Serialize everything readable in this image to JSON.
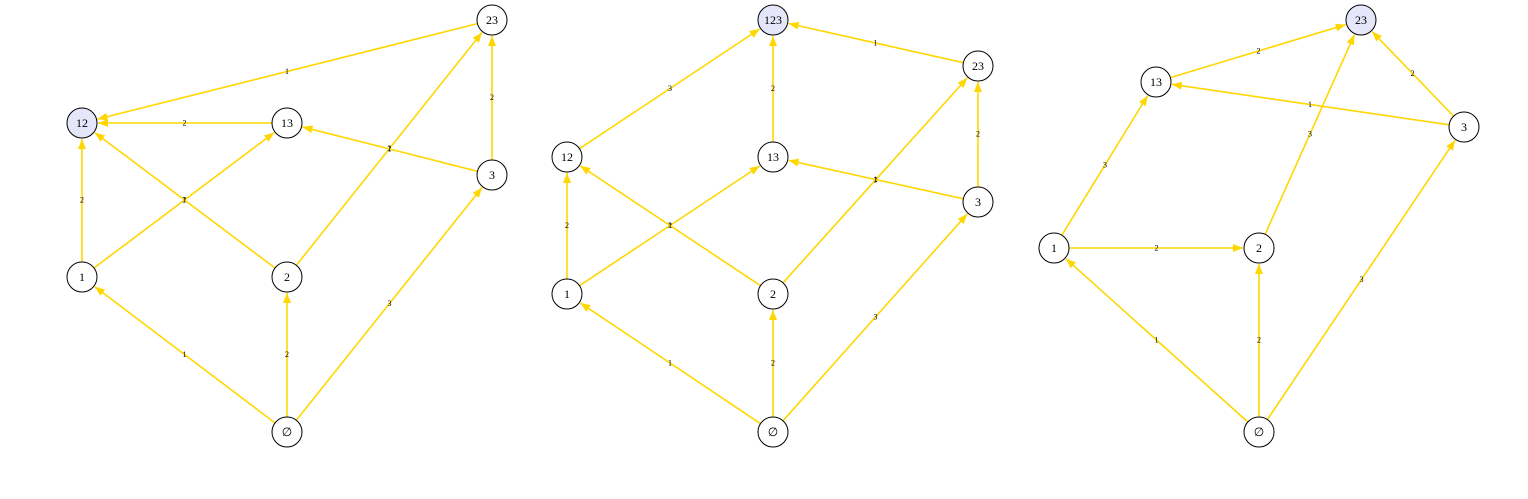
{
  "colors": {
    "edge": "#ffd700",
    "node_fill": "#ffffff",
    "node_highlight": "#e6e6fa",
    "node_stroke": "#000000"
  },
  "graphs": [
    {
      "nodes": [
        {
          "id": "empty",
          "label": "∅",
          "highlight": false
        },
        {
          "id": "1",
          "label": "1",
          "highlight": false
        },
        {
          "id": "2",
          "label": "2",
          "highlight": false
        },
        {
          "id": "3",
          "label": "3",
          "highlight": false
        },
        {
          "id": "12",
          "label": "12",
          "highlight": true
        },
        {
          "id": "13",
          "label": "13",
          "highlight": false
        },
        {
          "id": "23",
          "label": "23",
          "highlight": false
        }
      ],
      "edges": [
        {
          "from": "empty",
          "to": "1",
          "label": "1"
        },
        {
          "from": "empty",
          "to": "2",
          "label": "2"
        },
        {
          "from": "empty",
          "to": "3",
          "label": "3"
        },
        {
          "from": "1",
          "to": "12",
          "label": "2"
        },
        {
          "from": "1",
          "to": "13",
          "label": "3"
        },
        {
          "from": "2",
          "to": "12",
          "label": "1"
        },
        {
          "from": "2",
          "to": "23",
          "label": "3"
        },
        {
          "from": "3",
          "to": "13",
          "label": "1"
        },
        {
          "from": "3",
          "to": "23",
          "label": "2"
        },
        {
          "from": "13",
          "to": "12",
          "label": "2"
        },
        {
          "from": "23",
          "to": "12",
          "label": "1"
        }
      ]
    },
    {
      "nodes": [
        {
          "id": "empty",
          "label": "∅",
          "highlight": false
        },
        {
          "id": "1",
          "label": "1",
          "highlight": false
        },
        {
          "id": "2",
          "label": "2",
          "highlight": false
        },
        {
          "id": "3",
          "label": "3",
          "highlight": false
        },
        {
          "id": "12",
          "label": "12",
          "highlight": false
        },
        {
          "id": "13",
          "label": "13",
          "highlight": false
        },
        {
          "id": "23",
          "label": "23",
          "highlight": false
        },
        {
          "id": "123",
          "label": "123",
          "highlight": true
        }
      ],
      "edges": [
        {
          "from": "empty",
          "to": "1",
          "label": "1"
        },
        {
          "from": "empty",
          "to": "2",
          "label": "2"
        },
        {
          "from": "empty",
          "to": "3",
          "label": "3"
        },
        {
          "from": "1",
          "to": "12",
          "label": "2"
        },
        {
          "from": "1",
          "to": "13",
          "label": "3"
        },
        {
          "from": "2",
          "to": "12",
          "label": "1"
        },
        {
          "from": "2",
          "to": "23",
          "label": "3"
        },
        {
          "from": "3",
          "to": "13",
          "label": "1"
        },
        {
          "from": "3",
          "to": "23",
          "label": "2"
        },
        {
          "from": "12",
          "to": "123",
          "label": "3"
        },
        {
          "from": "13",
          "to": "123",
          "label": "2"
        },
        {
          "from": "23",
          "to": "123",
          "label": "1"
        }
      ]
    },
    {
      "nodes": [
        {
          "id": "empty",
          "label": "∅",
          "highlight": false
        },
        {
          "id": "1",
          "label": "1",
          "highlight": false
        },
        {
          "id": "2",
          "label": "2",
          "highlight": false
        },
        {
          "id": "3",
          "label": "3",
          "highlight": false
        },
        {
          "id": "13",
          "label": "13",
          "highlight": false
        },
        {
          "id": "23",
          "label": "23",
          "highlight": true
        }
      ],
      "edges": [
        {
          "from": "empty",
          "to": "1",
          "label": "1"
        },
        {
          "from": "empty",
          "to": "2",
          "label": "2"
        },
        {
          "from": "empty",
          "to": "3",
          "label": "3"
        },
        {
          "from": "1",
          "to": "2",
          "label": "2"
        },
        {
          "from": "1",
          "to": "13",
          "label": "3"
        },
        {
          "from": "2",
          "to": "23",
          "label": "3"
        },
        {
          "from": "3",
          "to": "13",
          "label": "1"
        },
        {
          "from": "3",
          "to": "23",
          "label": "2"
        },
        {
          "from": "13",
          "to": "23",
          "label": "2"
        }
      ]
    }
  ]
}
